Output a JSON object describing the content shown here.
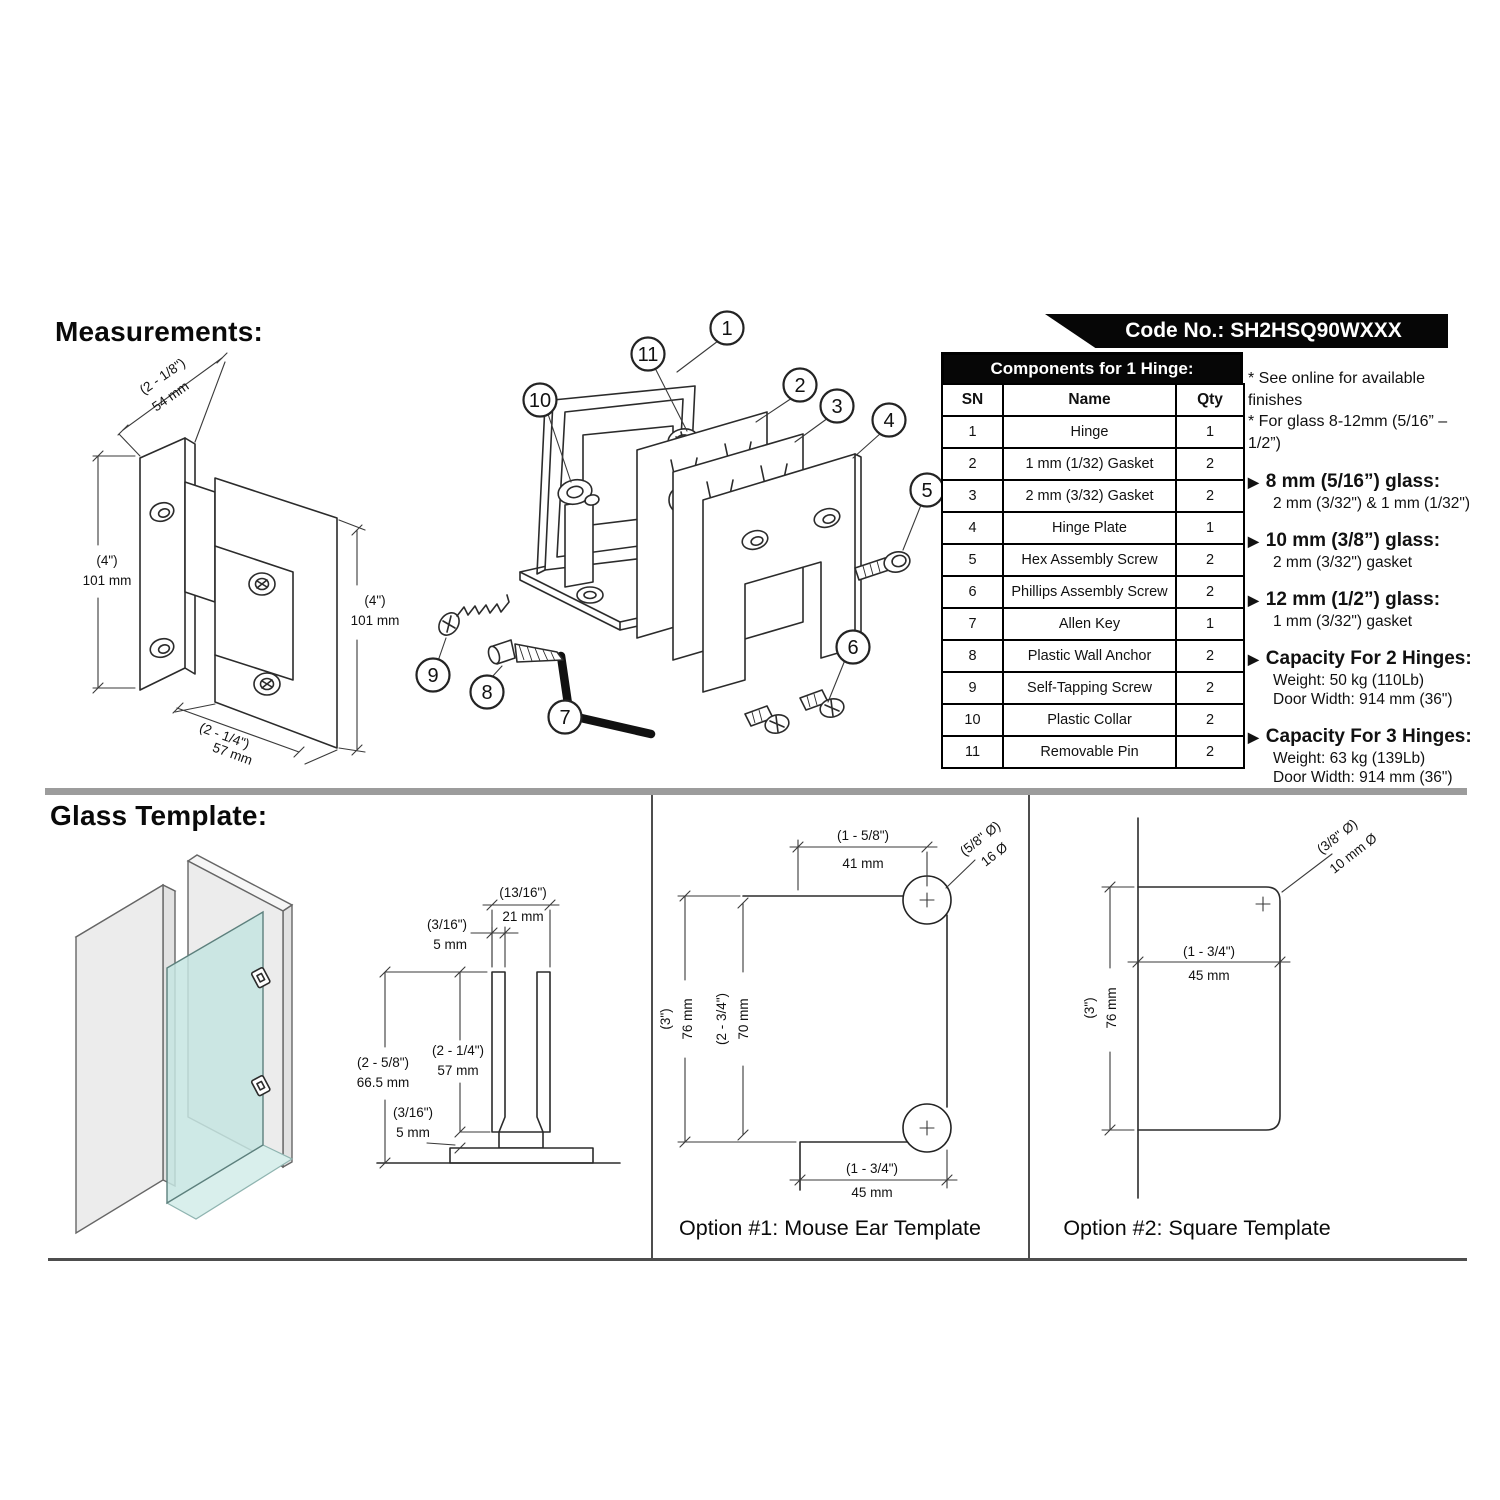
{
  "sections": {
    "measurements_title": "Measurements:",
    "glass_template_title": "Glass Template:"
  },
  "code_banner": {
    "label": "Code No.: SH2HSQ90WXXX",
    "bg": "#000000",
    "fg": "#ffffff"
  },
  "components_table": {
    "title": "Components for 1 Hinge:",
    "headers": [
      "SN",
      "Name",
      "Qty"
    ],
    "rows": [
      {
        "sn": "1",
        "name": "Hinge",
        "qty": "1"
      },
      {
        "sn": "2",
        "name": "1 mm (1/32) Gasket",
        "qty": "2"
      },
      {
        "sn": "3",
        "name": "2 mm (3/32) Gasket",
        "qty": "2"
      },
      {
        "sn": "4",
        "name": "Hinge Plate",
        "qty": "1"
      },
      {
        "sn": "5",
        "name": "Hex Assembly Screw",
        "qty": "2"
      },
      {
        "sn": "6",
        "name": "Phillips Assembly Screw",
        "qty": "2"
      },
      {
        "sn": "7",
        "name": "Allen Key",
        "qty": "1"
      },
      {
        "sn": "8",
        "name": "Plastic Wall Anchor",
        "qty": "2"
      },
      {
        "sn": "9",
        "name": "Self-Tapping Screw",
        "qty": "2"
      },
      {
        "sn": "10",
        "name": "Plastic Collar",
        "qty": "2"
      },
      {
        "sn": "11",
        "name": "Removable Pin",
        "qty": "2"
      }
    ]
  },
  "notes": {
    "bullet_icon": "▶",
    "stars": [
      "* See online for available finishes",
      "* For glass 8-12mm (5/16” – 1/2”)"
    ],
    "bullets": [
      {
        "head": "8 mm (5/16”) glass:",
        "subs": [
          "2 mm (3/32\") & 1 mm (1/32\")"
        ]
      },
      {
        "head": "10 mm (3/8”) glass:",
        "subs": [
          "2 mm (3/32\") gasket"
        ]
      },
      {
        "head": "12 mm (1/2”) glass:",
        "subs": [
          "1 mm (3/32\") gasket"
        ]
      },
      {
        "head": "Capacity For 2 Hinges:",
        "subs": [
          "Weight: 50 kg (110Lb)",
          "Door Width: 914 mm (36\")"
        ]
      },
      {
        "head": "Capacity For 3 Hinges:",
        "subs": [
          "Weight: 63 kg (139Lb)",
          "Door Width: 914 mm (36\")"
        ]
      }
    ]
  },
  "hinge_dims": {
    "top": {
      "in": "(2 - 1/8\")",
      "mm": "54 mm"
    },
    "left": {
      "in": "(4\")",
      "mm": "101 mm"
    },
    "right": {
      "in": "(4\")",
      "mm": "101 mm"
    },
    "bottom": {
      "in": "(2 - 1/4\")",
      "mm": "57 mm"
    }
  },
  "exploded": {
    "callouts": [
      "1",
      "2",
      "3",
      "4",
      "5",
      "6",
      "7",
      "8",
      "9",
      "10",
      "11"
    ]
  },
  "fork_dims": {
    "width": {
      "in": "(13/16\")",
      "mm": "21 mm"
    },
    "thickness": {
      "in": "(3/16\")",
      "mm": "5 mm"
    },
    "height": {
      "in": "(2 - 5/8\")",
      "mm": "66.5 mm"
    },
    "slot": {
      "in": "(2 - 1/4\")",
      "mm": "57 mm"
    },
    "offset": {
      "in": "(3/16\")",
      "mm": "5 mm"
    }
  },
  "option1": {
    "caption": "Option #1: Mouse Ear Template",
    "dims": {
      "top": {
        "in": "(1 - 5/8\")",
        "mm": "41 mm"
      },
      "hole": {
        "in": "(5/8\" Ø)",
        "mm": "16 Ø"
      },
      "outer": {
        "in": "(3\")",
        "mm": "76 mm"
      },
      "inner": {
        "in": "(2 - 3/4\")",
        "mm": "70 mm"
      },
      "bottom": {
        "in": "(1 - 3/4\")",
        "mm": "45 mm"
      }
    }
  },
  "option2": {
    "caption": "Option #2: Square Template",
    "dims": {
      "hole": {
        "in": "(3/8\" Ø)",
        "mm": "10 mm Ø"
      },
      "width": {
        "in": "(1 - 3/4\")",
        "mm": "45 mm"
      },
      "height": {
        "in": "(3\")",
        "mm": "76 mm"
      }
    }
  }
}
